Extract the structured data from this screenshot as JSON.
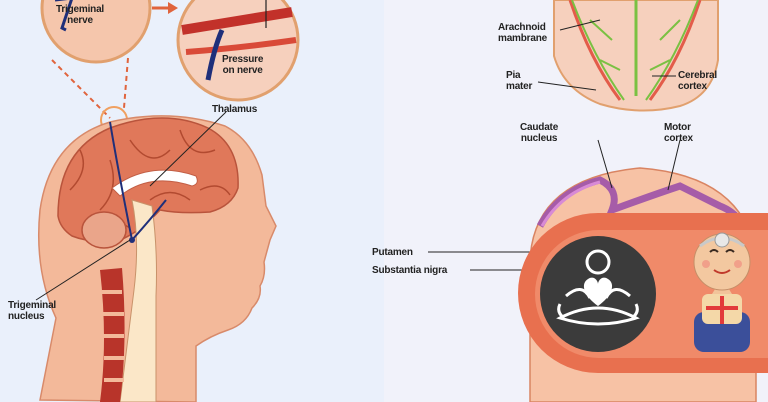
{
  "labels": {
    "trigeminal_nerve": "Trigeminal\nnerve",
    "pressure_on_nerve": "Pressure\non nerve",
    "thalamus": "Thalamus",
    "trigeminal_nucleus": "Trigeminal\nnucleus",
    "arachnoid_membrane": "Arachnoid\nmambrane",
    "pia_mater": "Pia\nmater",
    "cerebral_cortex": "Cerebral\ncortex",
    "caudate_nucleus": "Caudate\nnucleus",
    "motor_cortex": "Motor\ncortex",
    "putamen": "Putamen",
    "substantia_nigra": "Substantia nigra"
  },
  "colors": {
    "skin": "#f3b99a",
    "brain": "#e0785a",
    "spine": "#b8342a",
    "nerve": "#1f2f7a",
    "badge": "#e8704f",
    "icon_dark": "#3b3b3b"
  },
  "icons": {
    "badge_logo": "meditation-heart-icon",
    "mascot": "doctor-monk-mascot-icon"
  }
}
